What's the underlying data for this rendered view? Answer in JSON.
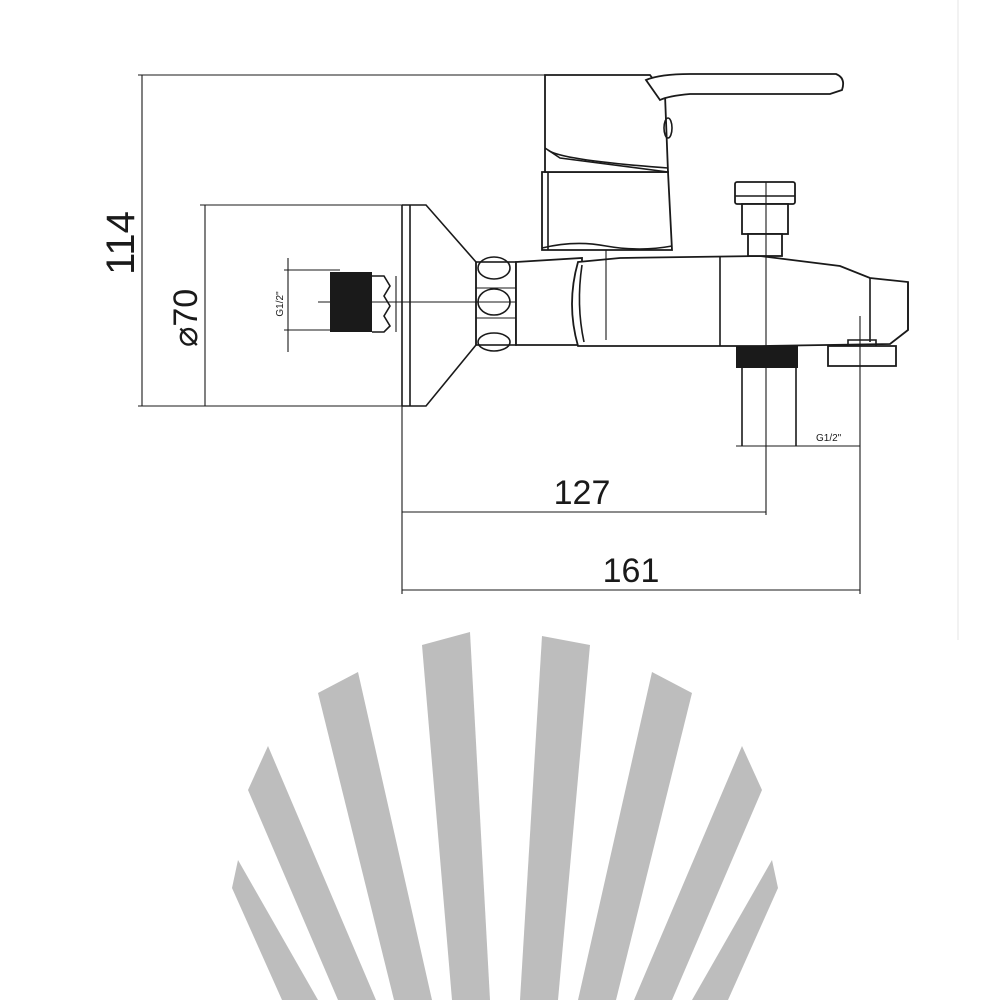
{
  "drawing": {
    "dimensions": {
      "height": "114",
      "diameter": "70",
      "diameter_symbol": "⌀",
      "depth_short": "127",
      "depth_long": "161"
    },
    "thread_labels": {
      "wall_inlet": "G1/2\"",
      "diverter_outlet": "G1/2\""
    }
  },
  "watermark": {
    "colors": {
      "rays": "#bdbdbd"
    }
  }
}
